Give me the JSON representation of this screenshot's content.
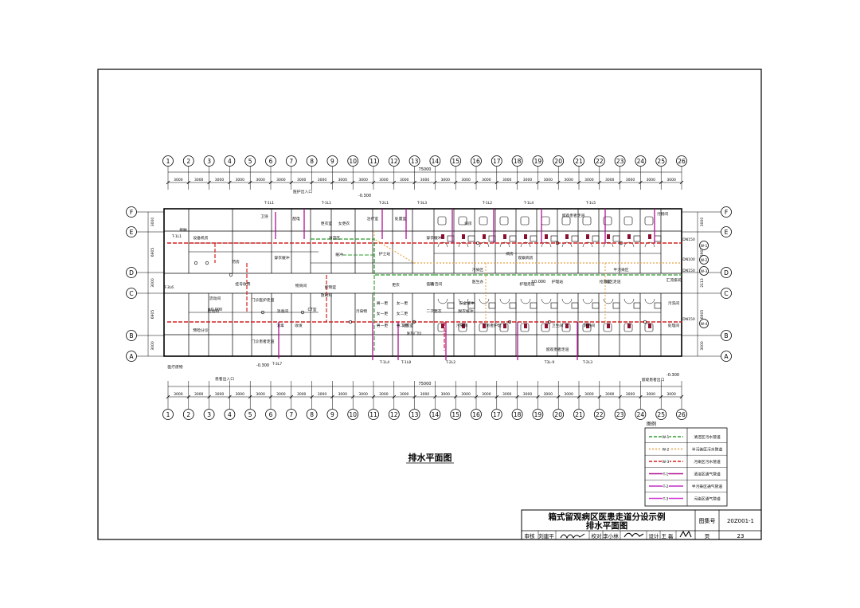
{
  "plan_title": "排水平面图",
  "grid": {
    "columns": [
      "1",
      "2",
      "3",
      "4",
      "5",
      "6",
      "7",
      "8",
      "9",
      "10",
      "11",
      "12",
      "13",
      "14",
      "15",
      "16",
      "17",
      "18",
      "19",
      "20",
      "21",
      "22",
      "23",
      "24",
      "25",
      "26"
    ],
    "rows": [
      "F",
      "E",
      "D",
      "C",
      "B",
      "A"
    ],
    "bay_spacing": "3000",
    "total_length": "75000",
    "left_dims": [
      "3000",
      "6905",
      "3000",
      "6905",
      "3000"
    ],
    "right_dims": [
      "3000",
      "6905",
      "2113",
      "6905",
      "3000"
    ]
  },
  "annotations": {
    "elevations": [
      "-0.300",
      "±0.000",
      "±0.000",
      "-0.300",
      "-0.300"
    ],
    "dn": [
      "DN150",
      "DN100",
      "DN150",
      "DN150"
    ]
  },
  "rooms": [
    "设备机房",
    "配电",
    "医护出入口",
    "卫浴",
    "更衣室",
    "女更衣",
    "治疗室",
    "处置室",
    "病房",
    "留观患者走道",
    "接触",
    "护士站",
    "穿衣缓冲",
    "缓冲",
    "物资间",
    "清洁间",
    "病房",
    "观察病房",
    "护理走道",
    "更衣",
    "汇流排间",
    "污洗间",
    "男一更",
    "女一更",
    "门诊医护走道",
    "放射科",
    "CT室",
    "控制室",
    "污染物",
    "安全缓冲",
    "处置室",
    "污染间",
    "挂号收费",
    "流动间",
    "药房",
    "门诊患者走道",
    "患者出入口",
    "医疗废物",
    "留观患者出口",
    "预检分诊",
    "发热门诊",
    "值班",
    "收发",
    "消毒",
    "护理站",
    "医生办",
    "抢救室",
    "检验科",
    "消毒间",
    "男一更",
    "女二更",
    "女一更",
    "男二更",
    "患者护理",
    "卫生间",
    "淋浴间",
    "病区走道",
    "处理间",
    "留观患者走道",
    "二次更衣",
    "脱衣缓冲",
    "穿衣缓冲",
    "清洁区",
    "污染区",
    "半污染区",
    "污物间"
  ],
  "pipe_tags": [
    "T-1L1",
    "T-1L1",
    "T-1L1",
    "T-2L1",
    "T-1L2",
    "T-3L3",
    "T-1L4",
    "T-1L5",
    "T-3L6",
    "T-3L7",
    "T-1L4",
    "T-1L8",
    "T-2L2",
    "T3L-9",
    "T-2L3"
  ],
  "well_tags": [
    "W-1",
    "W-2",
    "W-3",
    "W-4"
  ],
  "legend": {
    "title": "图例",
    "items": [
      {
        "line_label": "W-1",
        "desc": "清洁区污水管道",
        "color": "#2e9a2e",
        "style": "dashed"
      },
      {
        "line_label": "W-2",
        "desc": "半污染区污水管道",
        "color": "#e8a040",
        "style": "dotted"
      },
      {
        "line_label": "W-3",
        "desc": "污染区污水管道",
        "color": "#d42020",
        "style": "dashed"
      },
      {
        "line_label": "T-1",
        "desc": "清洁区通气管道",
        "color": "#b01090",
        "style": "solid"
      },
      {
        "line_label": "T-2",
        "desc": "半污染区通气管道",
        "color": "#c030c0",
        "style": "solid"
      },
      {
        "line_label": "T-3",
        "desc": "污染区通气管道",
        "color": "#d040d0",
        "style": "solid"
      }
    ]
  },
  "title_block": {
    "title_line1": "箱式留观病区医患走道分设示例",
    "title_line2": "排水平面图",
    "atlas_label": "图集号",
    "atlas_no": "20Z001-1",
    "review_label": "审核",
    "reviewer": "刘建平",
    "check_label": "校对",
    "checker": "李小林",
    "design_label": "设计",
    "designer": "王 磊",
    "page_label": "页",
    "page_no": "23"
  }
}
